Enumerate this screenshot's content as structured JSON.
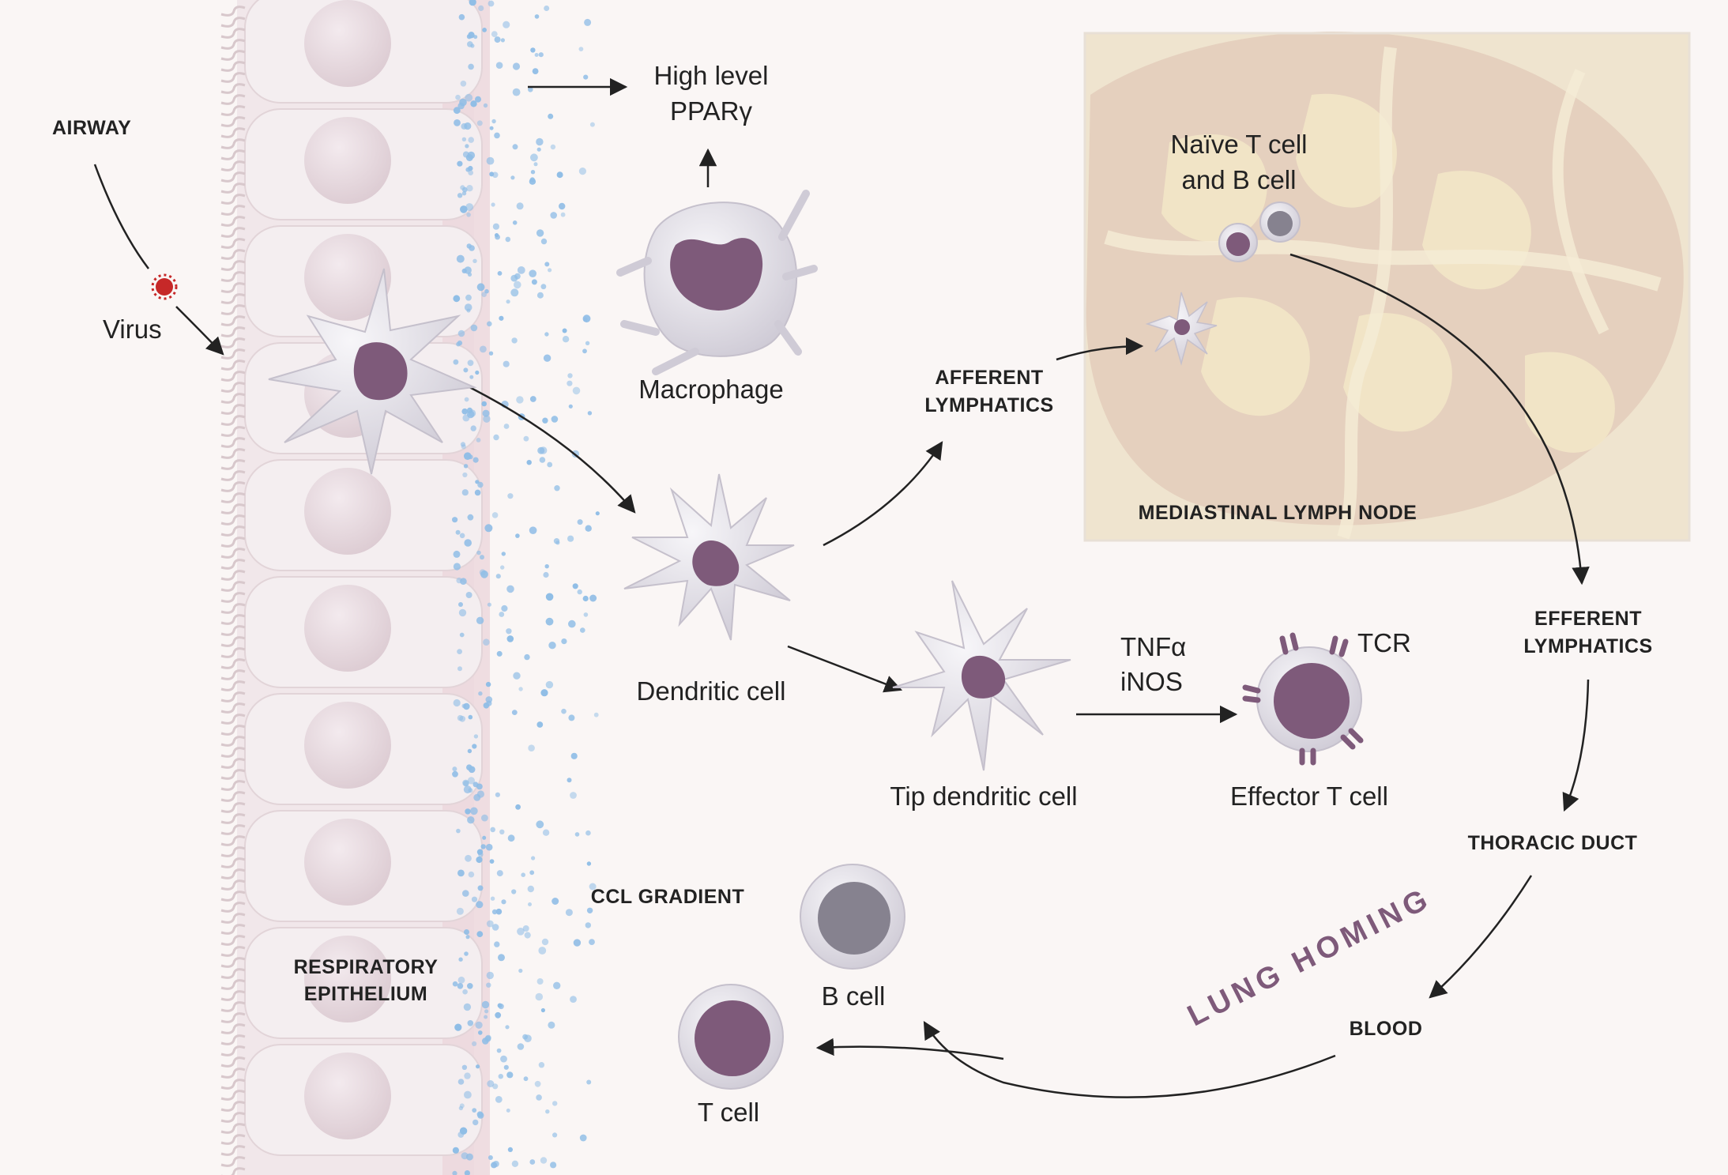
{
  "labels": {
    "airway": "AIRWAY",
    "virus": "Virus",
    "high_level_line1": "High level",
    "high_level_line2": "PPARγ",
    "macrophage": "Macrophage",
    "afferent_line1": "AFFERENT",
    "afferent_line2": "LYMPHATICS",
    "naive_line1": "Naïve T cell",
    "naive_line2": "and B cell",
    "lymph_node": "MEDIASTINAL LYMPH NODE",
    "dendritic": "Dendritic cell",
    "tip_dendritic": "Tip dendritic cell",
    "tnf": "TNFα",
    "inos": "iNOS",
    "tcr": "TCR",
    "effector": "Effector T cell",
    "efferent_line1": "EFFERENT",
    "efferent_line2": "LYMPHATICS",
    "thoracic": "THORACIC DUCT",
    "ccl": "CCL GRADIENT",
    "resp_line1": "RESPIRATORY",
    "resp_line2": "EPITHELIUM",
    "b_cell": "B cell",
    "t_cell": "T cell",
    "lung_homing": "LUNG HOMING",
    "blood": "BLOOD"
  },
  "colors": {
    "background": "#faf6f5",
    "cell_body": "#e4e1e8",
    "nucleus": "#7e5a7a",
    "b_nucleus": "#86828f",
    "lymph_node_tissue": "#f2e6c7",
    "lymph_node_lobes": "#e6d2c2",
    "virus": "#c62828",
    "dots": "#8fbde6"
  }
}
